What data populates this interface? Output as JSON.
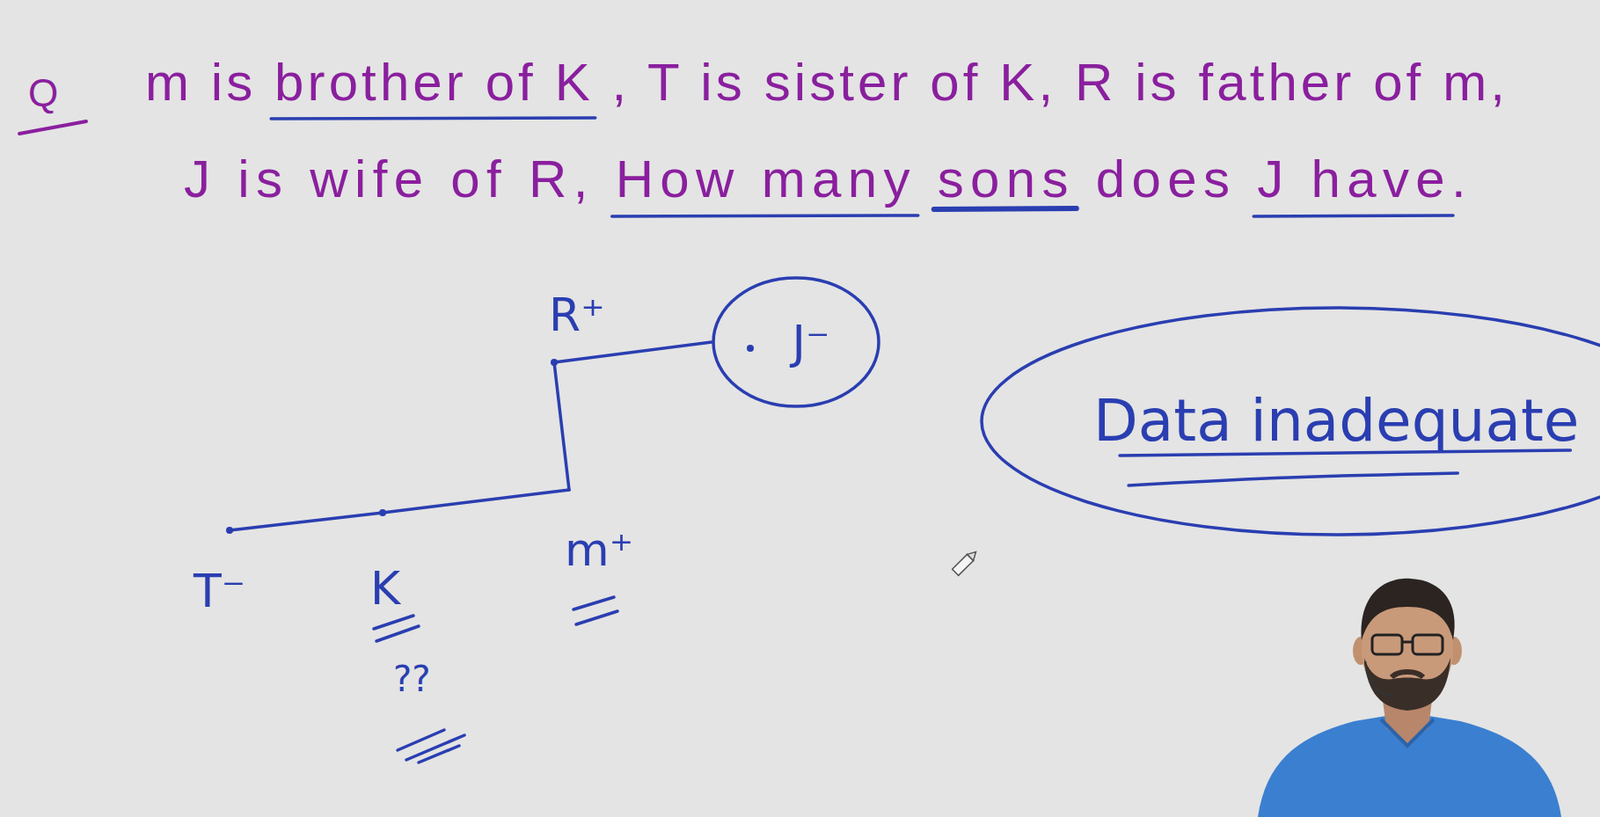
{
  "diagram": {
    "nodes": [
      {
        "text": [
          "R⁺"
        ]
      },
      {
        "text": [
          "J⁻"
        ]
      },
      {
        "text": [
          "Data inadequate"
        ]
      },
      {
        "text": [
          "T⁻"
        ]
      },
      {
        "text": [
          "K"
        ]
      },
      {
        "text": [
          "m⁺"
        ]
      }
    ],
    "edges": [
      {
        "from": 0,
        "to": 1,
        "arrow": "none"
      },
      {
        "from": 0,
        "to": 5,
        "arrow": "none"
      },
      {
        "from": 5,
        "to": 4,
        "arrow": "none"
      },
      {
        "from": 4,
        "to": 3,
        "arrow": "none"
      }
    ],
    "labels": [
      "Q",
      "m is brother of K , T is sister of K, R is father of m,",
      "J is wife of R, How many sons does J have.",
      "??"
    ]
  }
}
